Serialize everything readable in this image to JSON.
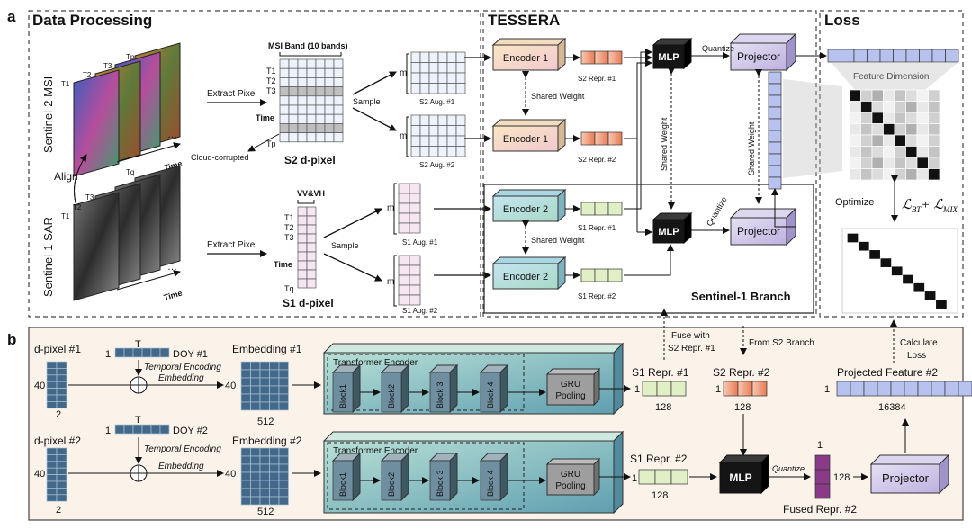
{
  "panel_a": {
    "letter": "a",
    "data_processing": {
      "title": "Data Processing",
      "s2_label": "Sentinel-2 MSI",
      "s1_label": "Sentinel-1 SAR",
      "align": "Align",
      "time": "Time",
      "s2_frames": [
        "Tp",
        "T3",
        "T2",
        "T1"
      ],
      "s1_frames": [
        "Tq",
        "T3",
        "T2",
        "T1"
      ],
      "extract_pixel": "Extract Pixel",
      "msi_band": "MSI Band (10 bands)",
      "s2_rows": [
        "T1",
        "T2",
        "T3",
        "Time",
        "Tp"
      ],
      "cloud": "Cloud-corrupted",
      "s2_dpixel": "S2 d-pixel",
      "vvvh": "VV&VH",
      "s1_rows": [
        "T1",
        "T2",
        "T3",
        "Time",
        "Tq"
      ],
      "s1_dpixel": "S1 d-pixel",
      "sample": "Sample",
      "m": "m",
      "aug": [
        "S2 Aug. #1",
        "S2 Aug. #2",
        "S1 Aug. #1",
        "S1 Aug. #2"
      ]
    },
    "tessera": {
      "title": "TESSERA",
      "encoder1": "Encoder 1",
      "encoder2": "Encoder 2",
      "shared_weight": "Shared Weight",
      "s2_repr_1": "S2 Repr. #1",
      "s2_repr_2": "S2 Repr. #2",
      "s1_repr_1": "S1 Repr. #1",
      "s1_repr_2": "S1 Repr. #2",
      "mlp": "MLP",
      "quantize": "Quantize",
      "projector": "Projector",
      "s1_branch": "Sentinel-1 Branch"
    },
    "loss": {
      "title": "Loss",
      "feature_dimension": "Feature Dimension",
      "optimize": "Optimize",
      "formula_main": "ℒ",
      "formula_bt": "BT",
      "formula_plus": "+ ℒ",
      "formula_mix": "MIX"
    }
  },
  "panel_b": {
    "letter": "b",
    "dpixel_1": "d-pixel #1",
    "dpixel_2": "d-pixel #2",
    "n40": "40",
    "n2": "2",
    "one": "1",
    "T": "T",
    "doy_1": "DOY #1",
    "doy_2": "DOY #2",
    "temporal_encoding": "Temporal Encoding",
    "embedding_op": "Embedding",
    "embedding_1": "Embedding #1",
    "embedding_2": "Embedding #2",
    "n512": "512",
    "transformer_encoder": "Transformer Encoder",
    "blocks": [
      "Block1",
      "Block2",
      "Block 3",
      "Block 4"
    ],
    "gru": "GRU",
    "pooling": "Pooling",
    "s1_repr_1": "S1 Repr. #1",
    "s1_repr_2": "S1 Repr. #2",
    "s2_repr_2": "S2 Repr. #2",
    "n128": "128",
    "fuse_with": "Fuse with",
    "fuse_target": "S2 Repr. #1",
    "from_s2": "From S2 Branch",
    "calculate": "Calculate",
    "loss_word": "Loss",
    "projected_feature": "Projected Feature #2",
    "n16384": "16384",
    "mlp": "MLP",
    "quantize": "Quantize",
    "fused_repr": "Fused Repr. #2",
    "projector": "Projector"
  },
  "colors": {
    "green_box": "#b5d8c8",
    "s2_encoder": "#f6e2c8",
    "s1_encoder": "#b7dde6",
    "s2_repr": "#ef9a76",
    "s1_repr": "#e1efc6",
    "projector": "#cfc6e6",
    "feature": "#b8c2ef",
    "dpixel": "#44688a",
    "panel_b_bg": "#fbf2ea",
    "block": "#6f8fa0",
    "mlp": "#151515",
    "fused": "#8a3a86"
  }
}
